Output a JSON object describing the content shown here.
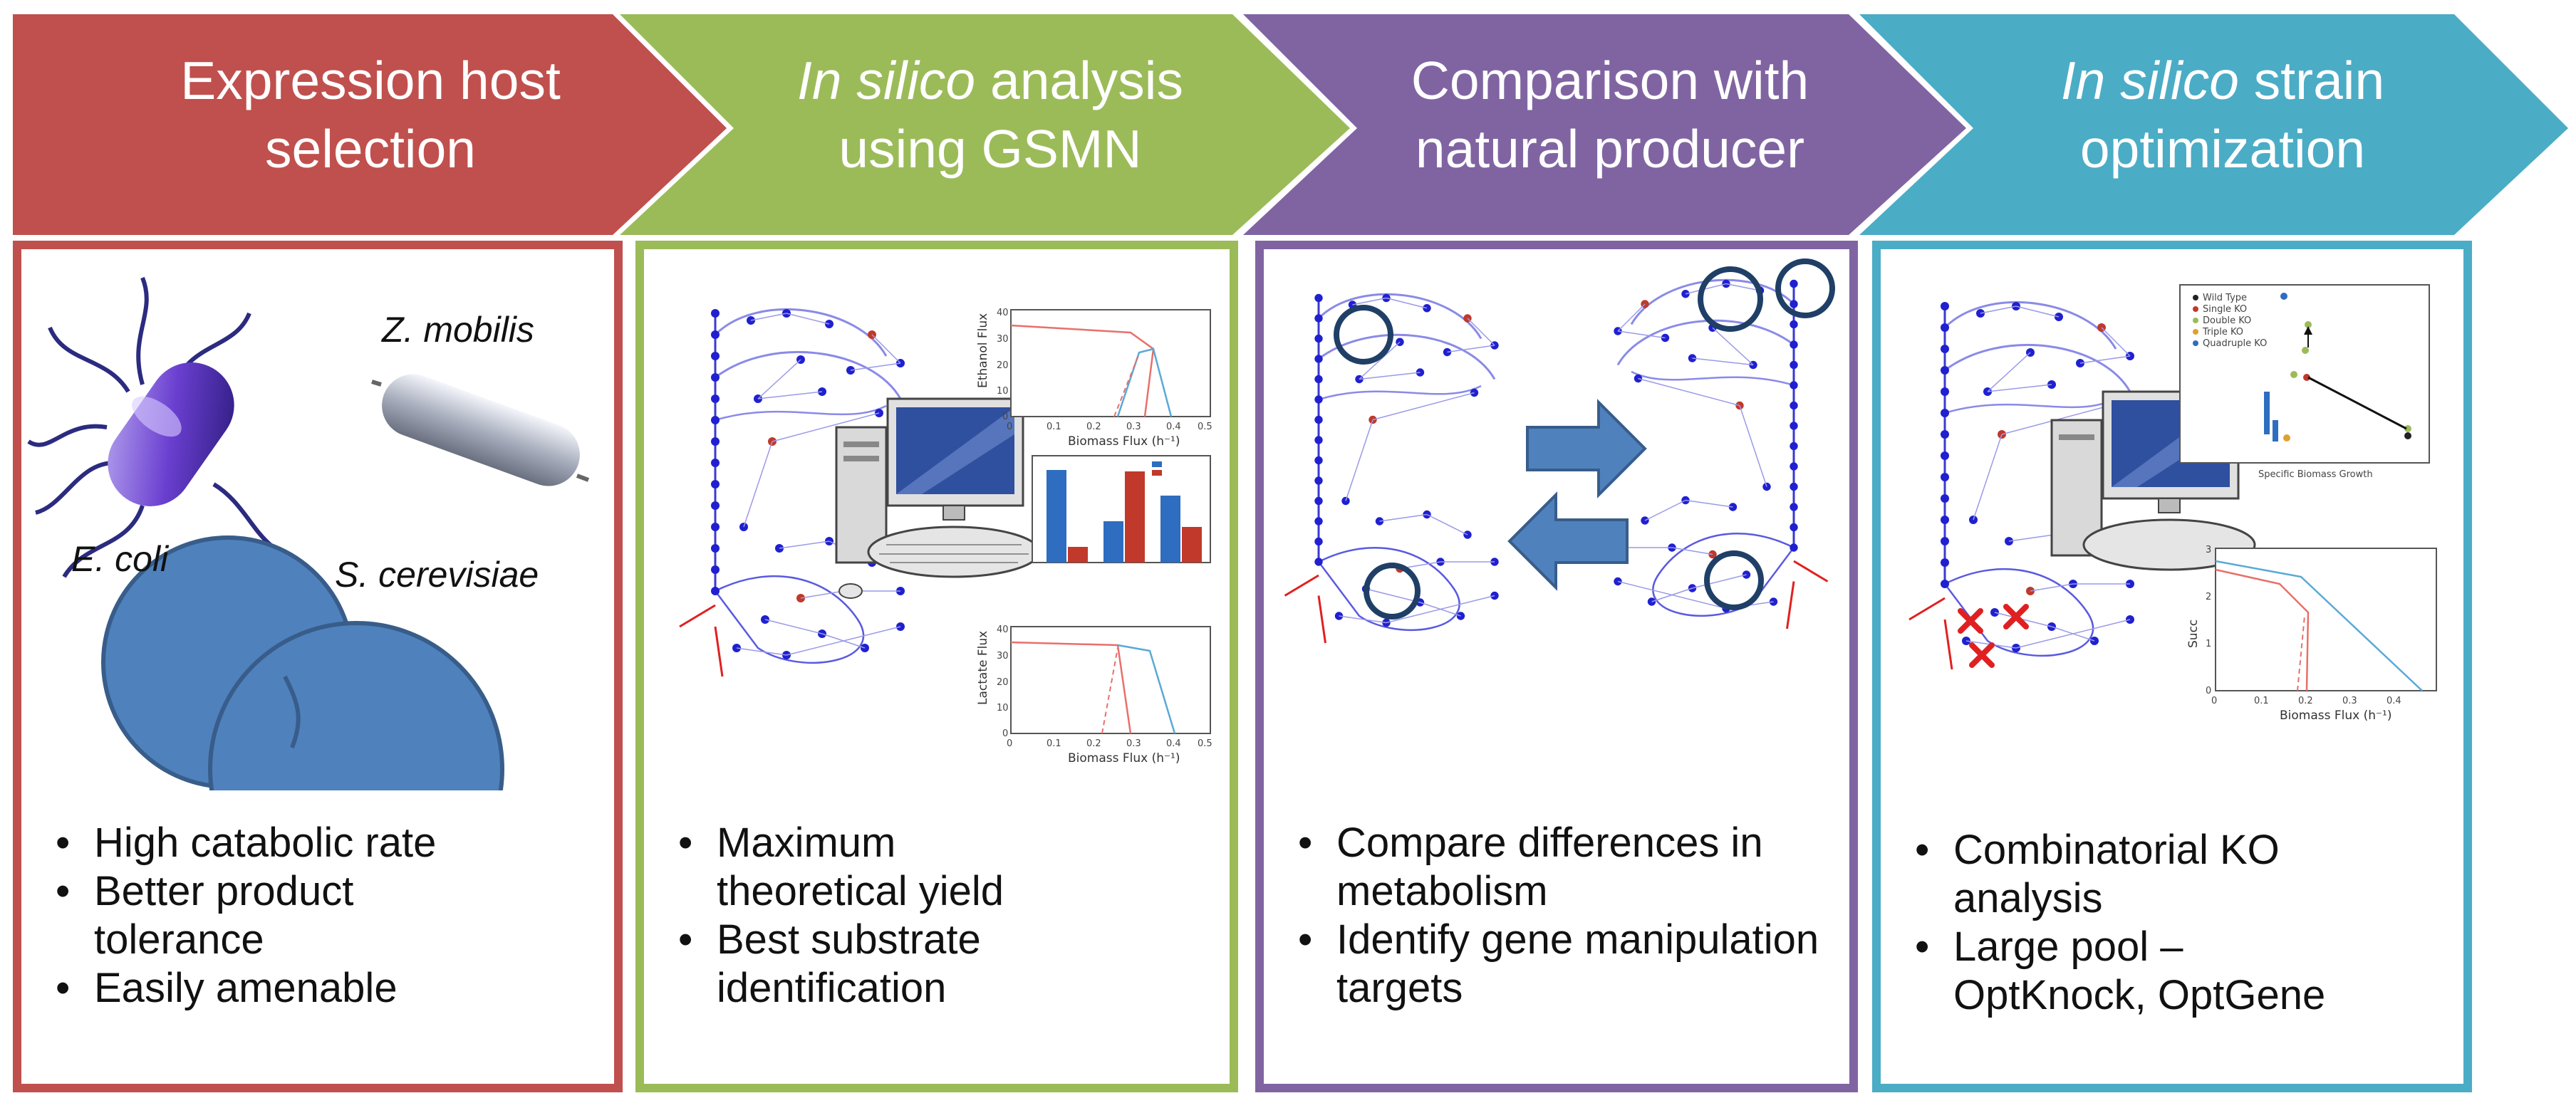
{
  "colors": {
    "step1": "#c0504d",
    "step2": "#9bbb59",
    "step3": "#8064a2",
    "step4": "#4bacc6"
  },
  "steps": [
    {
      "title_line1": "Expression host",
      "title_line2": "selection",
      "organisms": [
        "E. coli",
        "Z. mobilis",
        "S. cerevisiae"
      ],
      "bullets": [
        "High catabolic rate",
        "Better product tolerance",
        "Easily amenable"
      ]
    },
    {
      "title_italic": "In silico",
      "title_line1_rest": " analysis",
      "title_line2": "using GSMN",
      "bullets": [
        "Maximum theoretical yield",
        "Best substrate identification"
      ],
      "chart_xlabel": "Biomass Flux (h⁻¹)",
      "chart_top_ylabel": "Ethanol Flux",
      "chart_bottom_ylabel": "Lactate Flux"
    },
    {
      "title_line1": "Comparison with",
      "title_line2": "natural producer",
      "bullets": [
        "Compare differences in metabolism",
        "Identify gene manipulation targets"
      ]
    },
    {
      "title_italic": "In silico",
      "title_line1_rest": " strain",
      "title_line2": "optimization",
      "bullets": [
        "Combinatorial KO analysis",
        "Large pool – OptKnock, OptGene"
      ],
      "chart_xlabel": "Biomass Flux (h⁻¹)",
      "chart_ylabel": "Succ",
      "scatter_xlabel": "Specific Biomass Growth",
      "legend": [
        "Wild Type",
        "Single KO",
        "Double KO",
        "Triple KO",
        "Quadruple KO"
      ]
    }
  ],
  "icons": [
    "ecoli-icon",
    "zmobilis-icon",
    "yeast-icon",
    "network-icon",
    "computer-icon",
    "double-arrow-icon",
    "knockout-x-icon"
  ]
}
